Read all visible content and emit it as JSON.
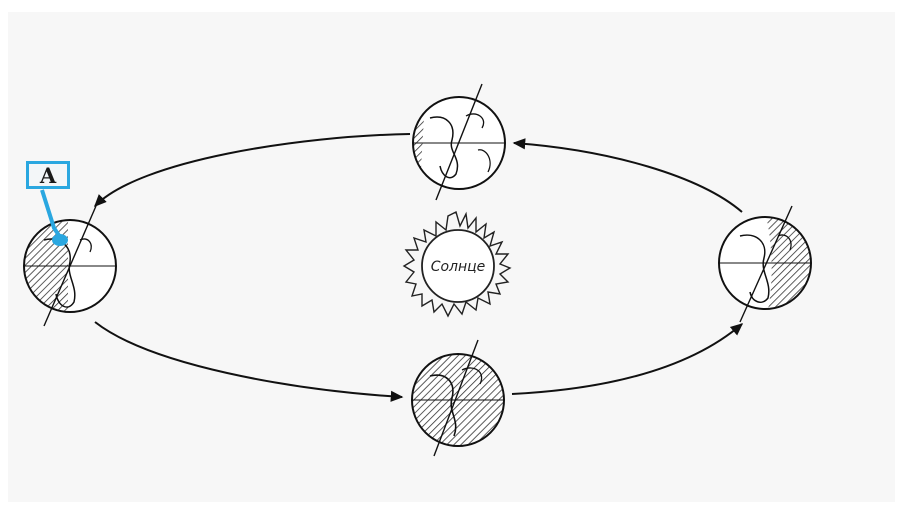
{
  "sun": {
    "label": "Солнце"
  },
  "marker": {
    "label": "A",
    "color": "#2aa7e0"
  },
  "globes": [
    {
      "name": "globe-left"
    },
    {
      "name": "globe-top"
    },
    {
      "name": "globe-right"
    },
    {
      "name": "globe-bottom"
    }
  ]
}
